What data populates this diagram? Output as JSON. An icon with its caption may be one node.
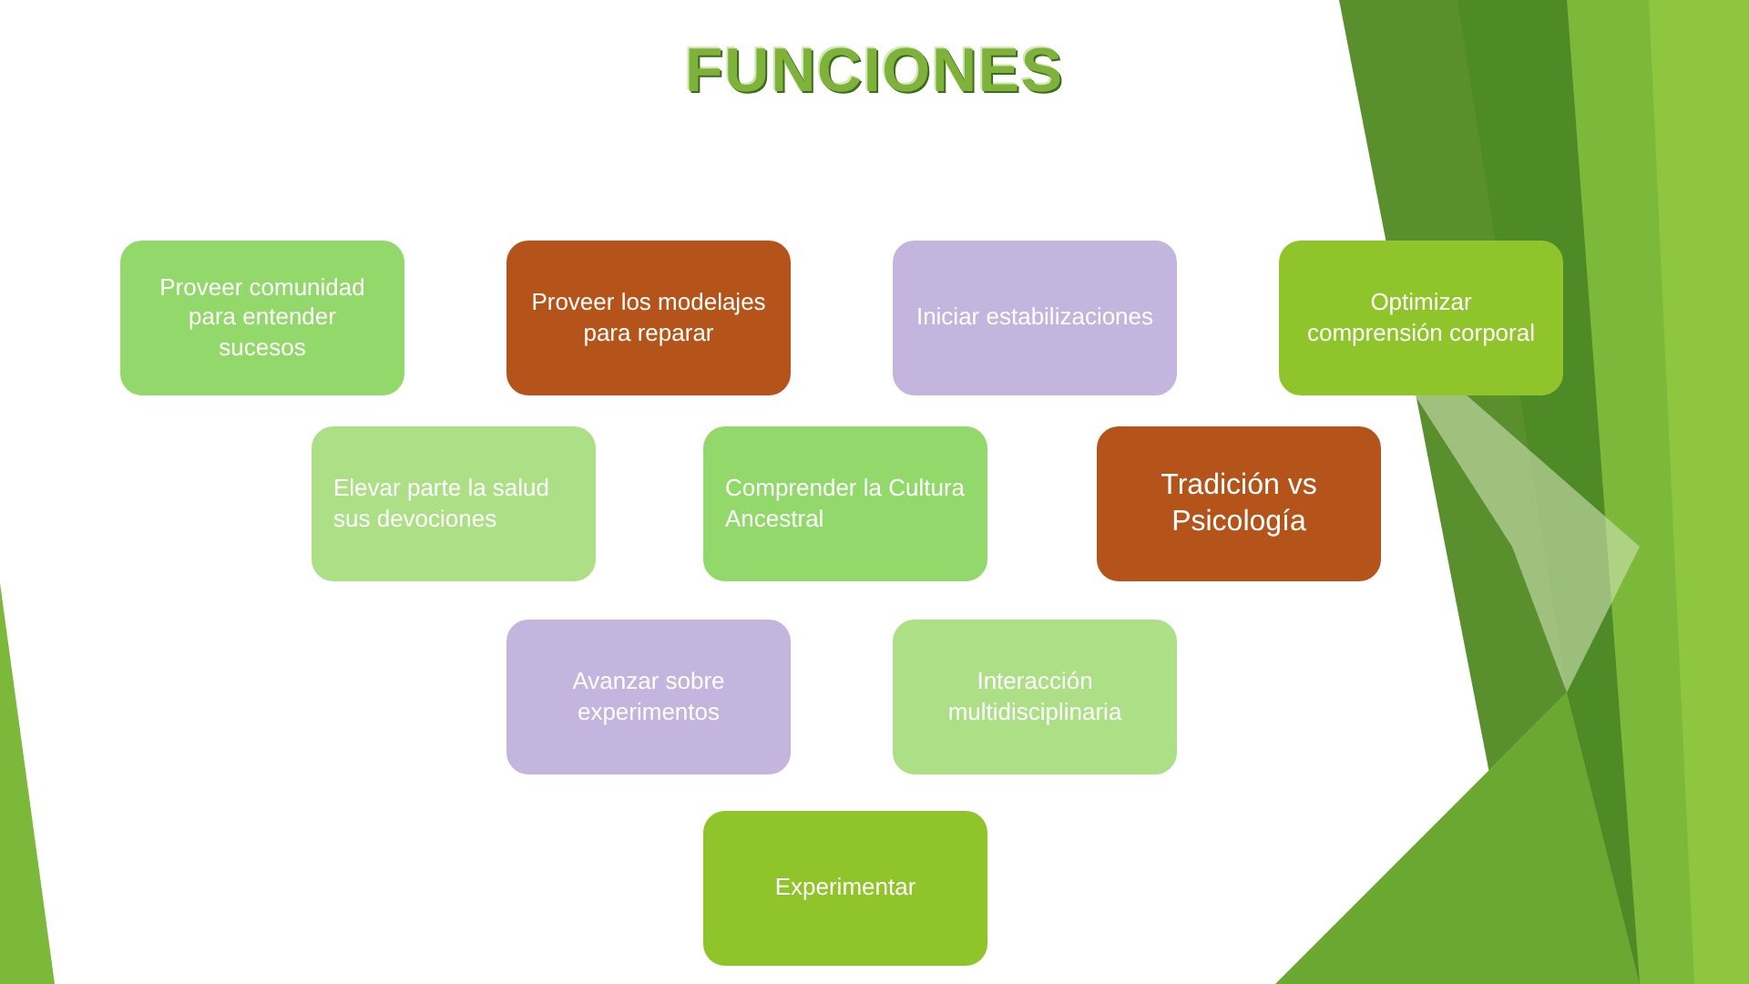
{
  "diagram": {
    "title": "FUNCIONES",
    "nodes": [
      {
        "text": [
          "Proveer comunidad para entender sucesos"
        ]
      },
      {
        "text": [
          "Proveer los modelajes para reparar"
        ]
      },
      {
        "text": [
          "Iniciar estabilizaciones"
        ]
      },
      {
        "text": [
          "Optimizar comprensión corporal"
        ]
      },
      {
        "text": [
          "Elevar parte la salud sus devociones"
        ]
      },
      {
        "text": [
          "Comprender la Cultura Ancestral"
        ]
      },
      {
        "text": [
          "Tradición vs Psicología"
        ]
      },
      {
        "text": [
          "Avanzar sobre experimentos"
        ]
      },
      {
        "text": [
          "Interacción multidisciplinaria"
        ]
      },
      {
        "text": [
          "Experimentar"
        ]
      }
    ],
    "edges": []
  }
}
